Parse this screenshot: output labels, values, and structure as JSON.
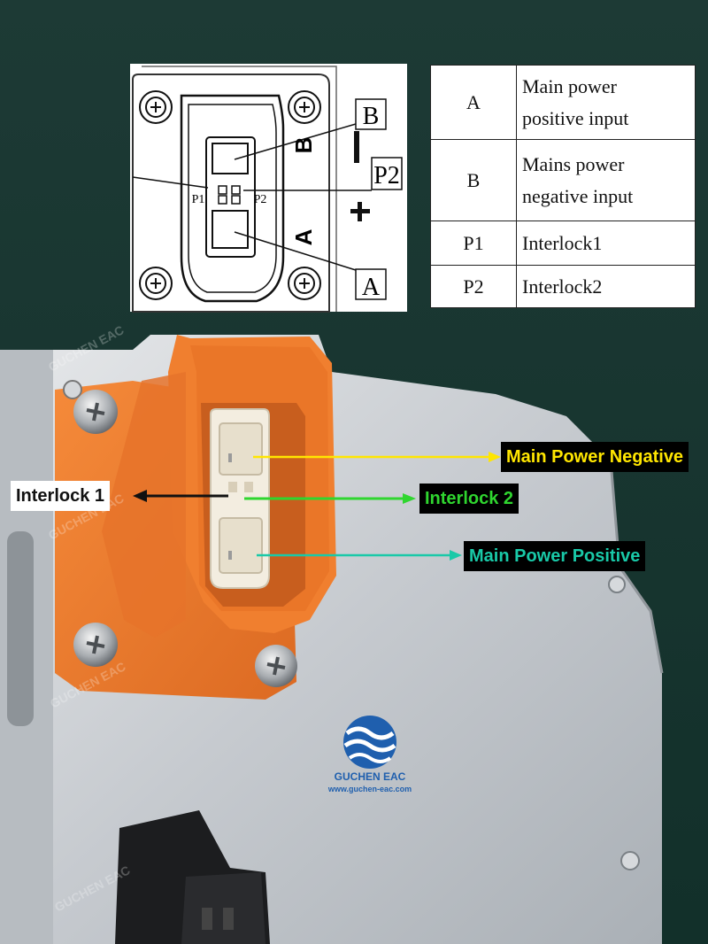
{
  "diagram": {
    "box_b": "B",
    "box_p2": "P2",
    "box_a": "A",
    "pin_p1": "P1",
    "pin_p2": "P2",
    "side_b": "B",
    "side_a": "A",
    "sign_minus": "−",
    "sign_plus": "+"
  },
  "pin_table": {
    "rows": [
      {
        "code": "A",
        "desc_l1": "Main power",
        "desc_l2": "positive input"
      },
      {
        "code": "B",
        "desc_l1": "Mains power",
        "desc_l2": "negative input"
      },
      {
        "code": "P1",
        "desc_l1": "Interlock1",
        "desc_l2": ""
      },
      {
        "code": "P2",
        "desc_l1": "Interlock2",
        "desc_l2": ""
      }
    ]
  },
  "callouts": {
    "negative": {
      "text": "Main Power Negative",
      "color": "#ffe600"
    },
    "interlock1": {
      "text": "Interlock 1",
      "color": "#111111"
    },
    "interlock2": {
      "text": "Interlock 2",
      "color": "#2fd62f"
    },
    "positive": {
      "text": "Main Power Positive",
      "color": "#19c9a8"
    }
  },
  "watermark": "GUCHEN EAC",
  "logo": {
    "name": "GUCHEN EAC",
    "url": "www.guchen-eac.com"
  },
  "colors": {
    "background": "#193631",
    "connector": "#ee7d2e",
    "housing": "#c9cdd2",
    "pin_insert": "#f2ecde"
  }
}
